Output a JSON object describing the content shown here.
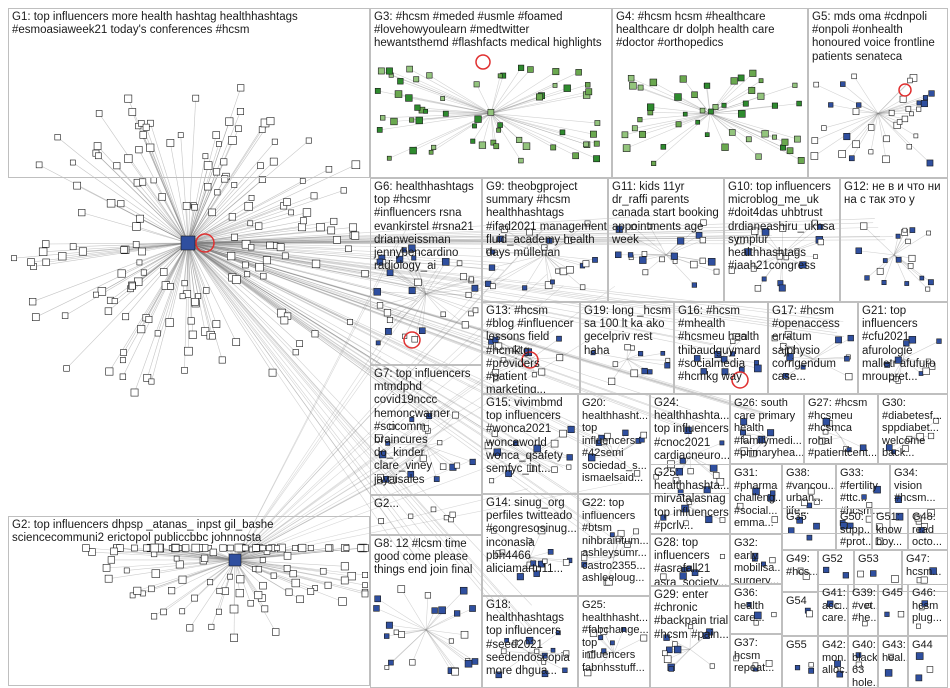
{
  "colors": {
    "edge": "#7f7f7f",
    "node_fill": "#2f4f9f",
    "node_border": "#1a1a1a",
    "accent_red": "#e03030",
    "group_greens": [
      "#2e8b2e",
      "#6aa84f",
      "#93c47d"
    ]
  },
  "groups": [
    {
      "id": "G1",
      "label": "G1: top influencers more health hashtag healthhashtags\n#esmoasiaweek21 today's conferences #hcsm"
    },
    {
      "id": "G2",
      "label": "G2: top influencers dhpsp _atanas_ inpst gil_bashe\nsciencecommuni2 erictopol publiccbbc johnnosta"
    },
    {
      "id": "G3",
      "label": "G3: #hcsm #meded #usmle #foamed\n#lovehowyoulearn #medtwitter\nhewantsthemd #flashfacts medical highlights"
    },
    {
      "id": "G4",
      "label": "G4: #hcsm hcsm #healthcare\nhealthcare dr dolph health care\n#doctor #orthopedics"
    },
    {
      "id": "G5",
      "label": "G5: mds oma #cdnpoli\n#onpoli #onhealth\nhonoured voice frontline\npatients senateca"
    },
    {
      "id": "G6",
      "label": "G6: healthhashtags\ntop #hcsmr\n#influencers rsna\nevankirstel #rsna21\ndrianweissman\njennybencardino\nradiology_ai"
    },
    {
      "id": "G9",
      "label": "G9: theobgproject\nsummary #hcsm\nhealthhashtags\n#ifad2021 management\nfluid_academy health\ndays müllerian"
    },
    {
      "id": "G11",
      "label": "G11: kids 11yr\ndr_raffi parents\ncanada start booking\nappointments age\nweek"
    },
    {
      "id": "G10",
      "label": "G10: top influencers\nmicroblog_me_uk\n#doit4das uhbtrust\ndrdianeashiru_ukhsa\nsymplur\nhealthhashtags\n#iaah21congress"
    },
    {
      "id": "G12",
      "label": "G12: не в и что ни\nна с так это у"
    },
    {
      "id": "G13",
      "label": "G13: #hcsm\n#blog #influencer\nlessons field\n#hcmktg\n#providers\n#patient\nmarketing..."
    },
    {
      "id": "G19",
      "label": "G19: long _hcsm\nsa 100 lt ka ako\ngecelpriv rest\nhaha"
    },
    {
      "id": "G16",
      "label": "G16: #hcsm\n#mhealth\n#hcsmeu health\nthibaudguymard\n#socialmedia\n#hcmkg way"
    },
    {
      "id": "G17",
      "label": "G17: #hcsm\n#openaccess\nerratum\nsajphysio\ncorrigendum\ncase..."
    },
    {
      "id": "G21",
      "label": "G21: top\ninfluencers\n#cfu2021\nafurologie\nmalletr afufuro\nmroupret..."
    },
    {
      "id": "G7",
      "label": "G7: top influencers\nmtmdphd\ncovid19nccc\nhemoncwarner\n#scicomm\nbraincures\ndo_kinder\nclare_viney\njayaisales"
    },
    {
      "id": "G15",
      "label": "G15: vivimbmd\ntop influencers\n#wonca2021\nwoncaworld\nwonca_qsafety\nsemfyc_int..."
    },
    {
      "id": "G20",
      "label": "G20:\nhealthhasht...\ntop\ninfluencers\n#42semi\nsociedad_s...\nismaelsaid..."
    },
    {
      "id": "G24",
      "label": "G24:\nhealthhashta...\ntop influencers\n#cnoc2021\ncardiacneuro..."
    },
    {
      "id": "G26",
      "label": "G26: south\ncare primary\nhealth\n#familymedi...\n#primaryhea..."
    },
    {
      "id": "G27",
      "label": "G27: #hcsm\n#hcsmeu\n#hcsmca\nrohal\n#patientcent..."
    },
    {
      "id": "G30",
      "label": "G30:\n#diabetesf...\nsppdiabet...\nwelcome\nback..."
    },
    {
      "id": "G25a",
      "label": "G25:\nhealthhashta...\nmirvatalasnag\ntop influencers\n#pcrlv..."
    },
    {
      "id": "G31",
      "label": "G31:\n#pharma\nchalleng...\n#social...\nemma..."
    },
    {
      "id": "G38",
      "label": "G38:\n#vancou...\nurban...\nlife..."
    },
    {
      "id": "G33",
      "label": "G33:\n#fertility\n#ttc...\n#hcsm..."
    },
    {
      "id": "G34",
      "label": "G34:\nvision\n#hcsm..."
    },
    {
      "id": "G2b",
      "label": "G2..."
    },
    {
      "id": "G8",
      "label": "G8: 12 #lcsm time\ngood come please\nthings end join final"
    },
    {
      "id": "G14",
      "label": "G14: sinug_org\nperfiles twitteado\n#congresosinug...\ninconasia\npbh4466\naliciamartn11..."
    },
    {
      "id": "G22",
      "label": "G22: top\ninfluencers\n#btsm\nnihbraintum...\nashleysumr...\ncastro2355...\nashleeloug..."
    },
    {
      "id": "G28",
      "label": "G28: top\ninfluencers\n#asrafall21\nasra_society..."
    },
    {
      "id": "G32",
      "label": "G32:\nearly\nmobilisa...\nsurgery..."
    },
    {
      "id": "G35",
      "label": "G35"
    },
    {
      "id": "G50",
      "label": "G50:\nsupp...\n#prot..."
    },
    {
      "id": "G51",
      "label": "G51:\nknow\nboy..."
    },
    {
      "id": "G48",
      "label": "G48:\nread\nocto..."
    },
    {
      "id": "G49",
      "label": "G49:\n#hcs..."
    },
    {
      "id": "G52",
      "label": "G52"
    },
    {
      "id": "G53",
      "label": "G53"
    },
    {
      "id": "G47",
      "label": "G47:\nhcsm..."
    },
    {
      "id": "G18",
      "label": "G18:\nhealthhashtags\ntop influencers\n#seed2021\nseedendoscopia\nmore dhgua..."
    },
    {
      "id": "G25b",
      "label": "G25:\nhealthhasht...\n#fabchange...\ntop\ninfluencers\nfabnhsstuff..."
    },
    {
      "id": "G29",
      "label": "G29: enter\n#chronic\n#backpain trial\n#hcsm #pain..."
    },
    {
      "id": "G36",
      "label": "G36:\nhealth\ncare..."
    },
    {
      "id": "G54",
      "label": "G54"
    },
    {
      "id": "G41",
      "label": "G41:\nacc...\ncare..."
    },
    {
      "id": "G39",
      "label": "G39:\n#vet...\n#he..."
    },
    {
      "id": "G45",
      "label": "G45"
    },
    {
      "id": "G46",
      "label": "G46:\nhcsm\nplug..."
    },
    {
      "id": "G37",
      "label": "G37:\nhcsm\nrepeat..."
    },
    {
      "id": "G55",
      "label": "G55"
    },
    {
      "id": "G42",
      "label": "G42:\nmon...\nalloc..."
    },
    {
      "id": "G40",
      "label": "G40:\nblack 63\nhole..."
    },
    {
      "id": "G43",
      "label": "G43:\nheal..."
    },
    {
      "id": "G44",
      "label": "G44"
    }
  ]
}
